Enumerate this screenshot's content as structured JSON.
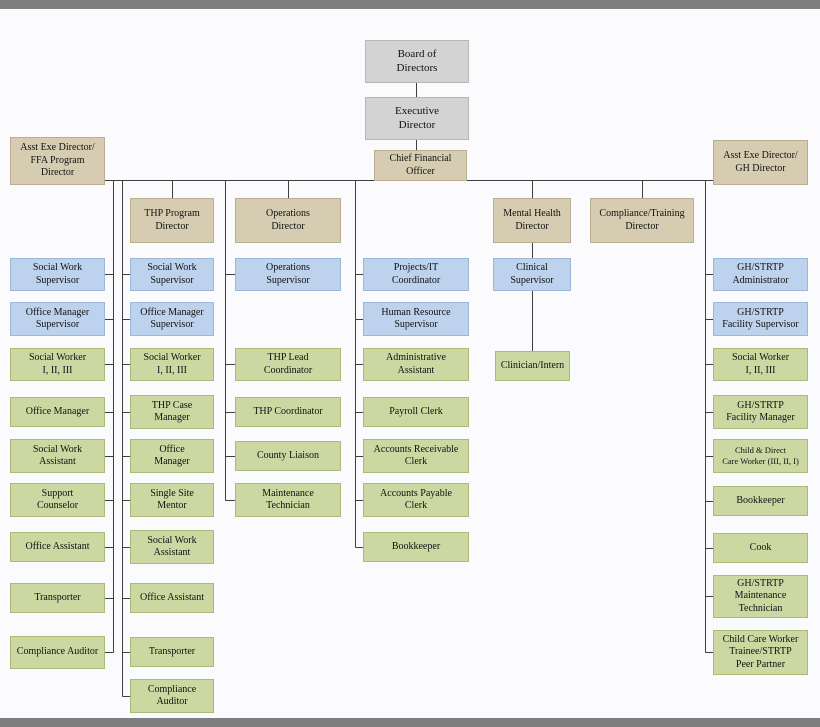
{
  "colors": {
    "executive_box": "#d3d3d3",
    "director_box": "#d5ccb2",
    "supervisor_box": "#bdd2ec",
    "staff_box": "#cbd8a2",
    "connector_line": "#3f3f3f",
    "border_bar": "#7e7e7e"
  },
  "nodes": {
    "board": {
      "label": "Board of\nDirectors"
    },
    "executive": {
      "label": "Executive\nDirector"
    },
    "cfo": {
      "label": "Chief Financial\nOfficer"
    }
  },
  "directors": {
    "ffa": {
      "label": "Asst Exe Director/\nFFA Program\nDirector"
    },
    "thp": {
      "label": "THP Program\nDirector"
    },
    "operations": {
      "label": "Operations\nDirector"
    },
    "mental_health": {
      "label": "Mental Health\nDirector"
    },
    "compliance_training": {
      "label": "Compliance/Training\nDirector"
    },
    "gh": {
      "label": "Asst Exe Director/\nGH Director"
    }
  },
  "columns": {
    "ffa": {
      "items": [
        {
          "label": "Social Work\nSupervisor",
          "type": "supervisor"
        },
        {
          "label": "Office Manager\nSupervisor",
          "type": "supervisor"
        },
        {
          "label": "Social Worker\nI, II, III",
          "type": "staff"
        },
        {
          "label": "Office Manager",
          "type": "staff"
        },
        {
          "label": "Social Work\nAssistant",
          "type": "staff"
        },
        {
          "label": "Support\nCounselor",
          "type": "staff"
        },
        {
          "label": "Office Assistant",
          "type": "staff"
        },
        {
          "label": "Transporter",
          "type": "staff"
        },
        {
          "label": "Compliance Auditor",
          "type": "staff"
        }
      ]
    },
    "thp": {
      "items": [
        {
          "label": "Social Work\nSupervisor",
          "type": "supervisor"
        },
        {
          "label": "Office Manager\nSupervisor",
          "type": "supervisor"
        },
        {
          "label": "Social Worker\nI, II, III",
          "type": "staff"
        },
        {
          "label": "THP Case\nManager",
          "type": "staff"
        },
        {
          "label": "Office\nManager",
          "type": "staff"
        },
        {
          "label": "Single Site\nMentor",
          "type": "staff"
        },
        {
          "label": "Social Work\nAssistant",
          "type": "staff"
        },
        {
          "label": "Office Assistant",
          "type": "staff"
        },
        {
          "label": "Transporter",
          "type": "staff"
        },
        {
          "label": "Compliance\nAuditor",
          "type": "staff"
        }
      ]
    },
    "operations": {
      "items": [
        {
          "label": "Operations\nSupervisor",
          "type": "supervisor"
        },
        {
          "label": "THP Lead\nCoordinator",
          "type": "staff"
        },
        {
          "label": "THP Coordinator",
          "type": "staff"
        },
        {
          "label": "County Liaison",
          "type": "staff"
        },
        {
          "label": "Maintenance\nTechnician",
          "type": "staff"
        }
      ]
    },
    "cfo": {
      "items": [
        {
          "label": "Projects/IT\nCoordinator",
          "type": "supervisor"
        },
        {
          "label": "Human Resource\nSupervisor",
          "type": "supervisor"
        },
        {
          "label": "Administrative\nAssistant",
          "type": "staff"
        },
        {
          "label": "Payroll Clerk",
          "type": "staff"
        },
        {
          "label": "Accounts Receivable\nClerk",
          "type": "staff"
        },
        {
          "label": "Accounts Payable\nClerk",
          "type": "staff"
        },
        {
          "label": "Bookkeeper",
          "type": "staff"
        }
      ]
    },
    "mental_health": {
      "items": [
        {
          "label": "Clinical\nSupervisor",
          "type": "supervisor"
        },
        {
          "label": "Clinician/Intern",
          "type": "staff"
        }
      ]
    },
    "gh": {
      "items": [
        {
          "label": "GH/STRTP\nAdministrator",
          "type": "supervisor"
        },
        {
          "label": "GH/STRTP\nFacility Supervisor",
          "type": "supervisor"
        },
        {
          "label": "Social Worker\nI, II, III",
          "type": "staff"
        },
        {
          "label": "GH/STRTP\nFacility Manager",
          "type": "staff"
        },
        {
          "label": "Child & Direct\nCare Worker (III, II, I)",
          "type": "staff"
        },
        {
          "label": "Bookkeeper",
          "type": "staff"
        },
        {
          "label": "Cook",
          "type": "staff"
        },
        {
          "label": "GH/STRTP\nMaintenance\nTechnician",
          "type": "staff"
        },
        {
          "label": "Child Care Worker\nTrainee/STRTP\nPeer Partner",
          "type": "staff"
        }
      ]
    }
  }
}
